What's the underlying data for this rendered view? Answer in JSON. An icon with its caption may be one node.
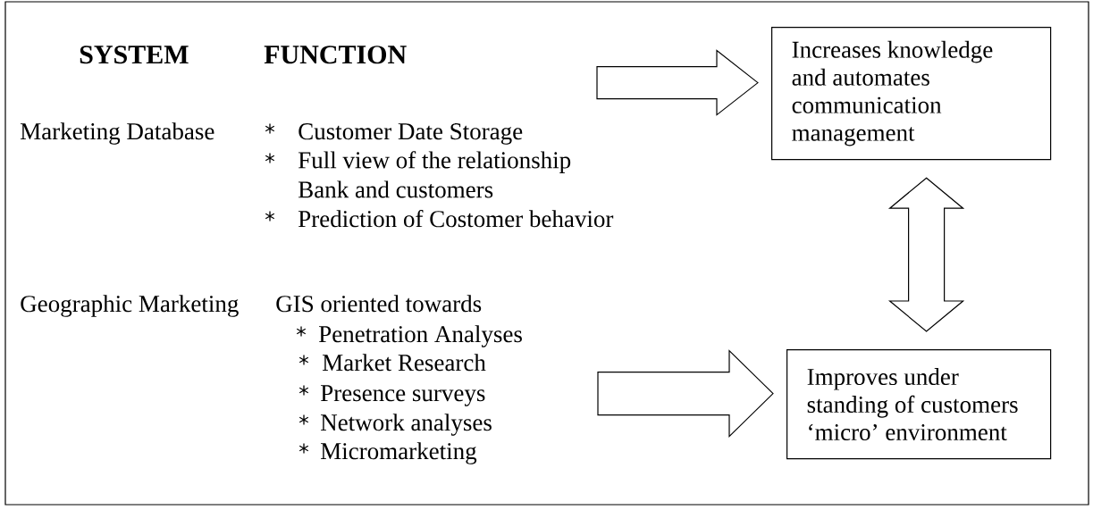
{
  "diagram": {
    "nodes": [
      {
        "text": [
          "Increases knowledge and automates communication management"
        ]
      },
      {
        "text": [
          "Improves under standing of customers ‘micro’ environment"
        ]
      }
    ],
    "edges": [
      {
        "from": null,
        "to": 0,
        "arrow": "to"
      },
      {
        "from": 0,
        "to": 1,
        "arrow": "both"
      },
      {
        "from": null,
        "to": 1,
        "arrow": "to"
      }
    ],
    "labels": [
      "SYSTEM",
      "FUNCTION",
      "Marketing Database",
      "Customer Date Storage",
      "Full view of the relationship Bank and customers",
      "Prediction of Costomer behavior",
      "Geographic Marketing",
      "GIS oriented towards",
      "Penetration Analyses",
      "Market Research",
      "Presence surveys",
      "Network analyses",
      "Micromarketing"
    ]
  }
}
